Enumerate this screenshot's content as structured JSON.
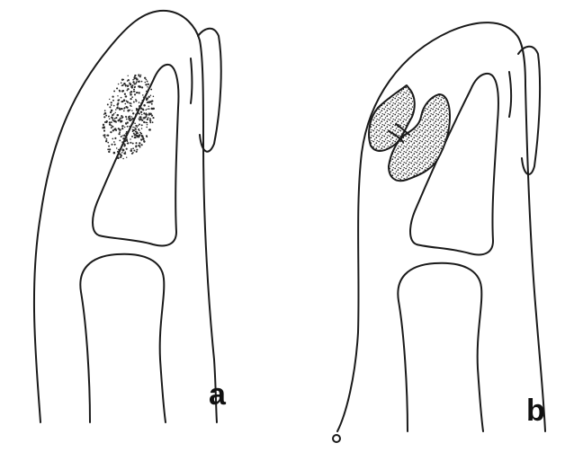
{
  "figure": {
    "panels": [
      {
        "label": "a",
        "lesion": "diffuse-stippled-area"
      },
      {
        "label": "b",
        "lesion": "two-dense-cavities-with-connecting-channel"
      }
    ],
    "colors": {
      "line": "#1a1a1a",
      "stipple": "#2a2a2a",
      "background": "#ffffff"
    }
  }
}
